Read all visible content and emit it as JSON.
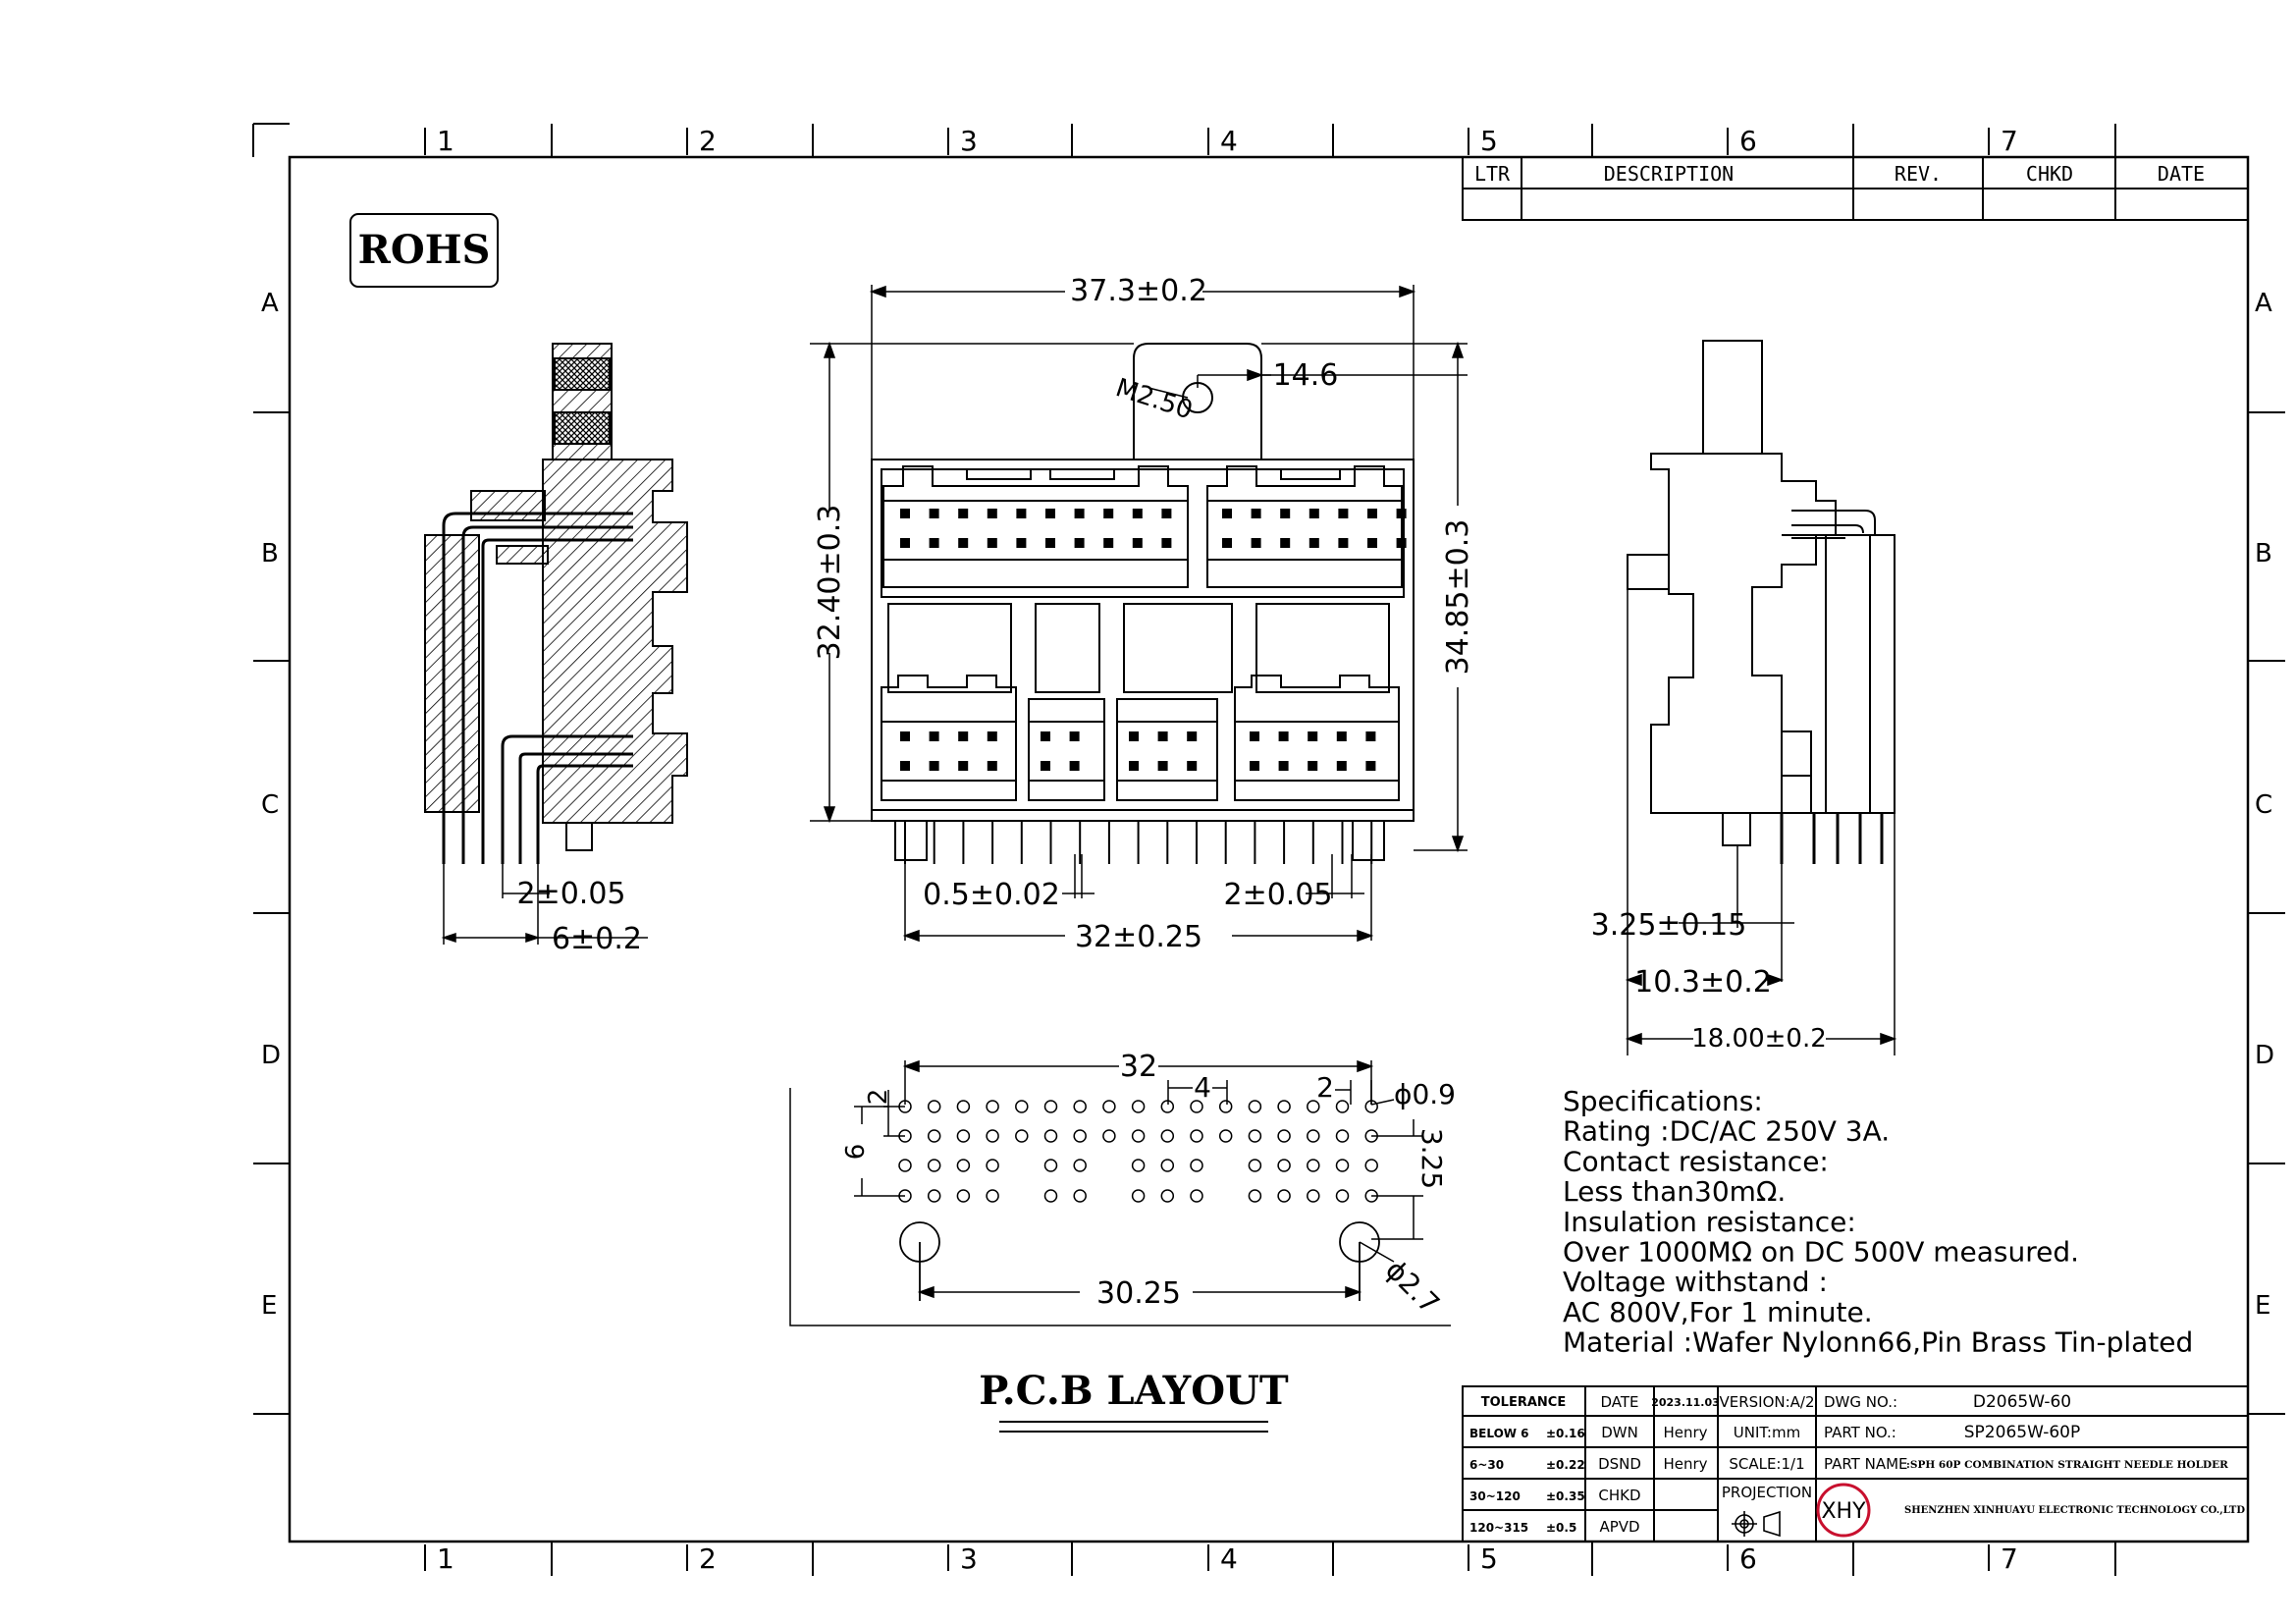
{
  "border": {
    "col_labels": [
      "1",
      "2",
      "3",
      "4",
      "5",
      "6",
      "7"
    ],
    "row_labels": [
      "A",
      "B",
      "C",
      "D",
      "E"
    ]
  },
  "rohs_label": "ROHS",
  "revision_table": {
    "headers": [
      "LTR",
      "DESCRIPTION",
      "REV.",
      "CHKD",
      "DATE"
    ]
  },
  "front_view": {
    "width": "37.3±0.2",
    "hole": "M2.50",
    "hole_offset": "14.6",
    "height_left": "32.40±0.3",
    "height_right": "34.85±0.3",
    "pitch_small": "0.5±0.02",
    "pitch": "2±0.05",
    "span": "32±0.25"
  },
  "side_view": {
    "pitch": "2±0.05",
    "depth": "6±0.2"
  },
  "right_view": {
    "d1": "3.25±0.15",
    "d2": "10.3±0.2",
    "d3": "18.00±0.2"
  },
  "pcb": {
    "title": "P.C.B LAYOUT",
    "span": "32",
    "group_gap": "4",
    "pitch_top": "2",
    "pitch_left": "2",
    "pin_dia": "ϕ0.9",
    "row_span": "6",
    "row_offset": "3.25",
    "peg_span": "30.25",
    "peg_dia": "ϕ2.7"
  },
  "specifications": [
    "Specifications:",
    "Rating :DC/AC 250V 3A.",
    "Contact resistance:",
    "Less than30mΩ.",
    "Insulation resistance:",
    "Over 1000MΩ on DC 500V measured.",
    "Voltage withstand :",
    "AC 800V,For 1 minute.",
    "Material :Wafer Nylonn66,Pin Brass Tin-plated"
  ],
  "title_block": {
    "tolerance_header": "TOLERANCE",
    "tolerances": [
      [
        "BELOW 6",
        "±0.16"
      ],
      [
        "6~30",
        "±0.22"
      ],
      [
        "30~120",
        "±0.35"
      ],
      [
        "120~315",
        "±0.5"
      ]
    ],
    "date_label": "DATE",
    "date_value": "2023.11.03",
    "dwn_label": "DWN",
    "dwn_value": "Henry",
    "dsnd_label": "DSND",
    "dsnd_value": "Henry",
    "chkd_label": "CHKD",
    "apvd_label": "APVD",
    "version": "VERSION:A/2",
    "unit": "UNIT:mm",
    "scale": "SCALE:1/1",
    "projection": "PROJECTION",
    "dwg_no_label": "DWG NO.:",
    "dwg_no": "D2065W-60",
    "part_no_label": "PART NO.:",
    "part_no": "SP2065W-60P",
    "part_name_label": "PART NAME",
    "part_name": ":SPH 60P COMBINATION STRAIGHT NEEDLE HOLDER",
    "logo": "XHY",
    "company": "SHENZHEN XINHUAYU ELECTRONIC TECHNOLOGY   CO.,LTD"
  }
}
